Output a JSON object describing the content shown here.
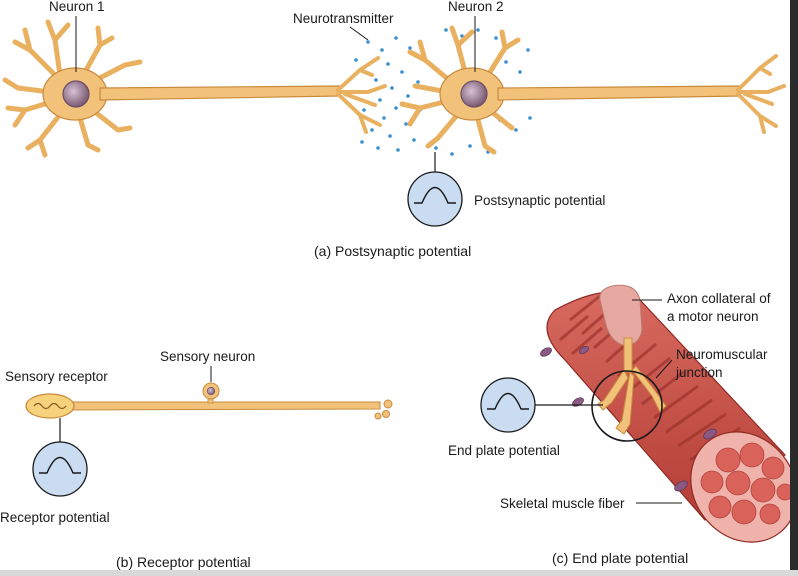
{
  "panel_a": {
    "neuron1_label": "Neuron 1",
    "neurotransmitter_label": "Neurotransmitter",
    "neuron2_label": "Neuron 2",
    "postsynaptic_potential_label": "Postsynaptic potential",
    "caption": "(a) Postsynaptic potential"
  },
  "panel_b": {
    "sensory_neuron_label": "Sensory neuron",
    "sensory_receptor_label": "Sensory receptor",
    "receptor_potential_label": "Receptor potential",
    "caption": "(b) Receptor potential"
  },
  "panel_c": {
    "axon_collateral_line1": "Axon collateral of",
    "axon_collateral_line2": "a motor neuron",
    "neuromuscular_line1": "Neuromuscular",
    "neuromuscular_line2": "junction",
    "end_plate_potential_label": "End plate potential",
    "skeletal_muscle_label": "Skeletal muscle fiber",
    "caption": "(c) End plate potential"
  },
  "colors": {
    "neuron_fill": "#f3c27a",
    "neuron_stroke": "#c98a3c",
    "nucleus": "#8f6f87",
    "vesicle_dots": "#3b8fcf",
    "scope_circle": "#c9dcf2",
    "muscle_red": "#c94d45",
    "muscle_stripe": "#a93731",
    "muscle_end": "#f0b3ab",
    "fascicle": "#d9625a"
  }
}
